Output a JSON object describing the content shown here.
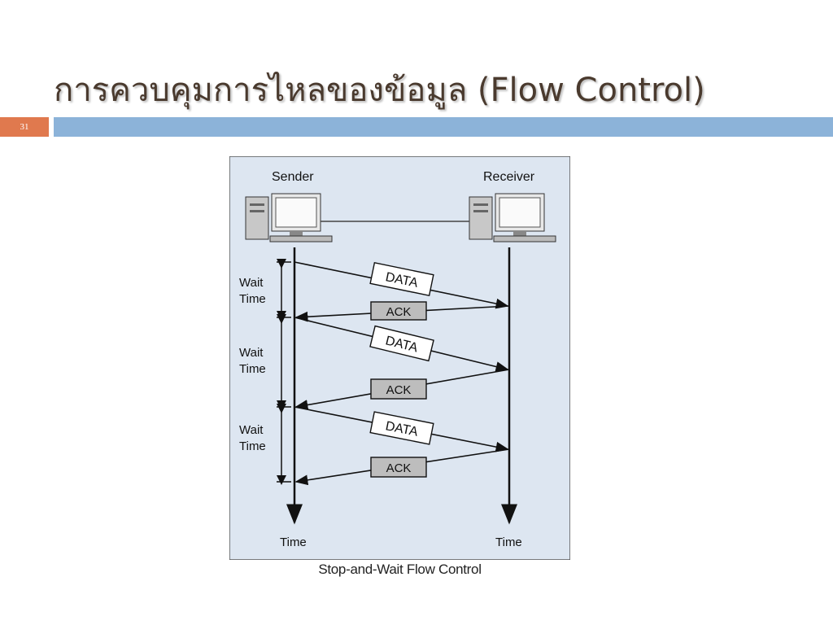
{
  "slide": {
    "title": "การควบคุมการไหลของข้อมูล (Flow Control)",
    "number": "31"
  },
  "diagram": {
    "sender_label": "Sender",
    "receiver_label": "Receiver",
    "wait_time_label_line1": "Wait",
    "wait_time_label_line2": "Time",
    "time_label": "Time",
    "data_label": "DATA",
    "ack_label": "ACK",
    "caption": "Stop-and-Wait  Flow  Control"
  },
  "colors": {
    "title": "#4a3a2e",
    "number_box": "#e0794e",
    "header_bar": "#8cb3d9",
    "figure_background": "#dde6f1"
  }
}
